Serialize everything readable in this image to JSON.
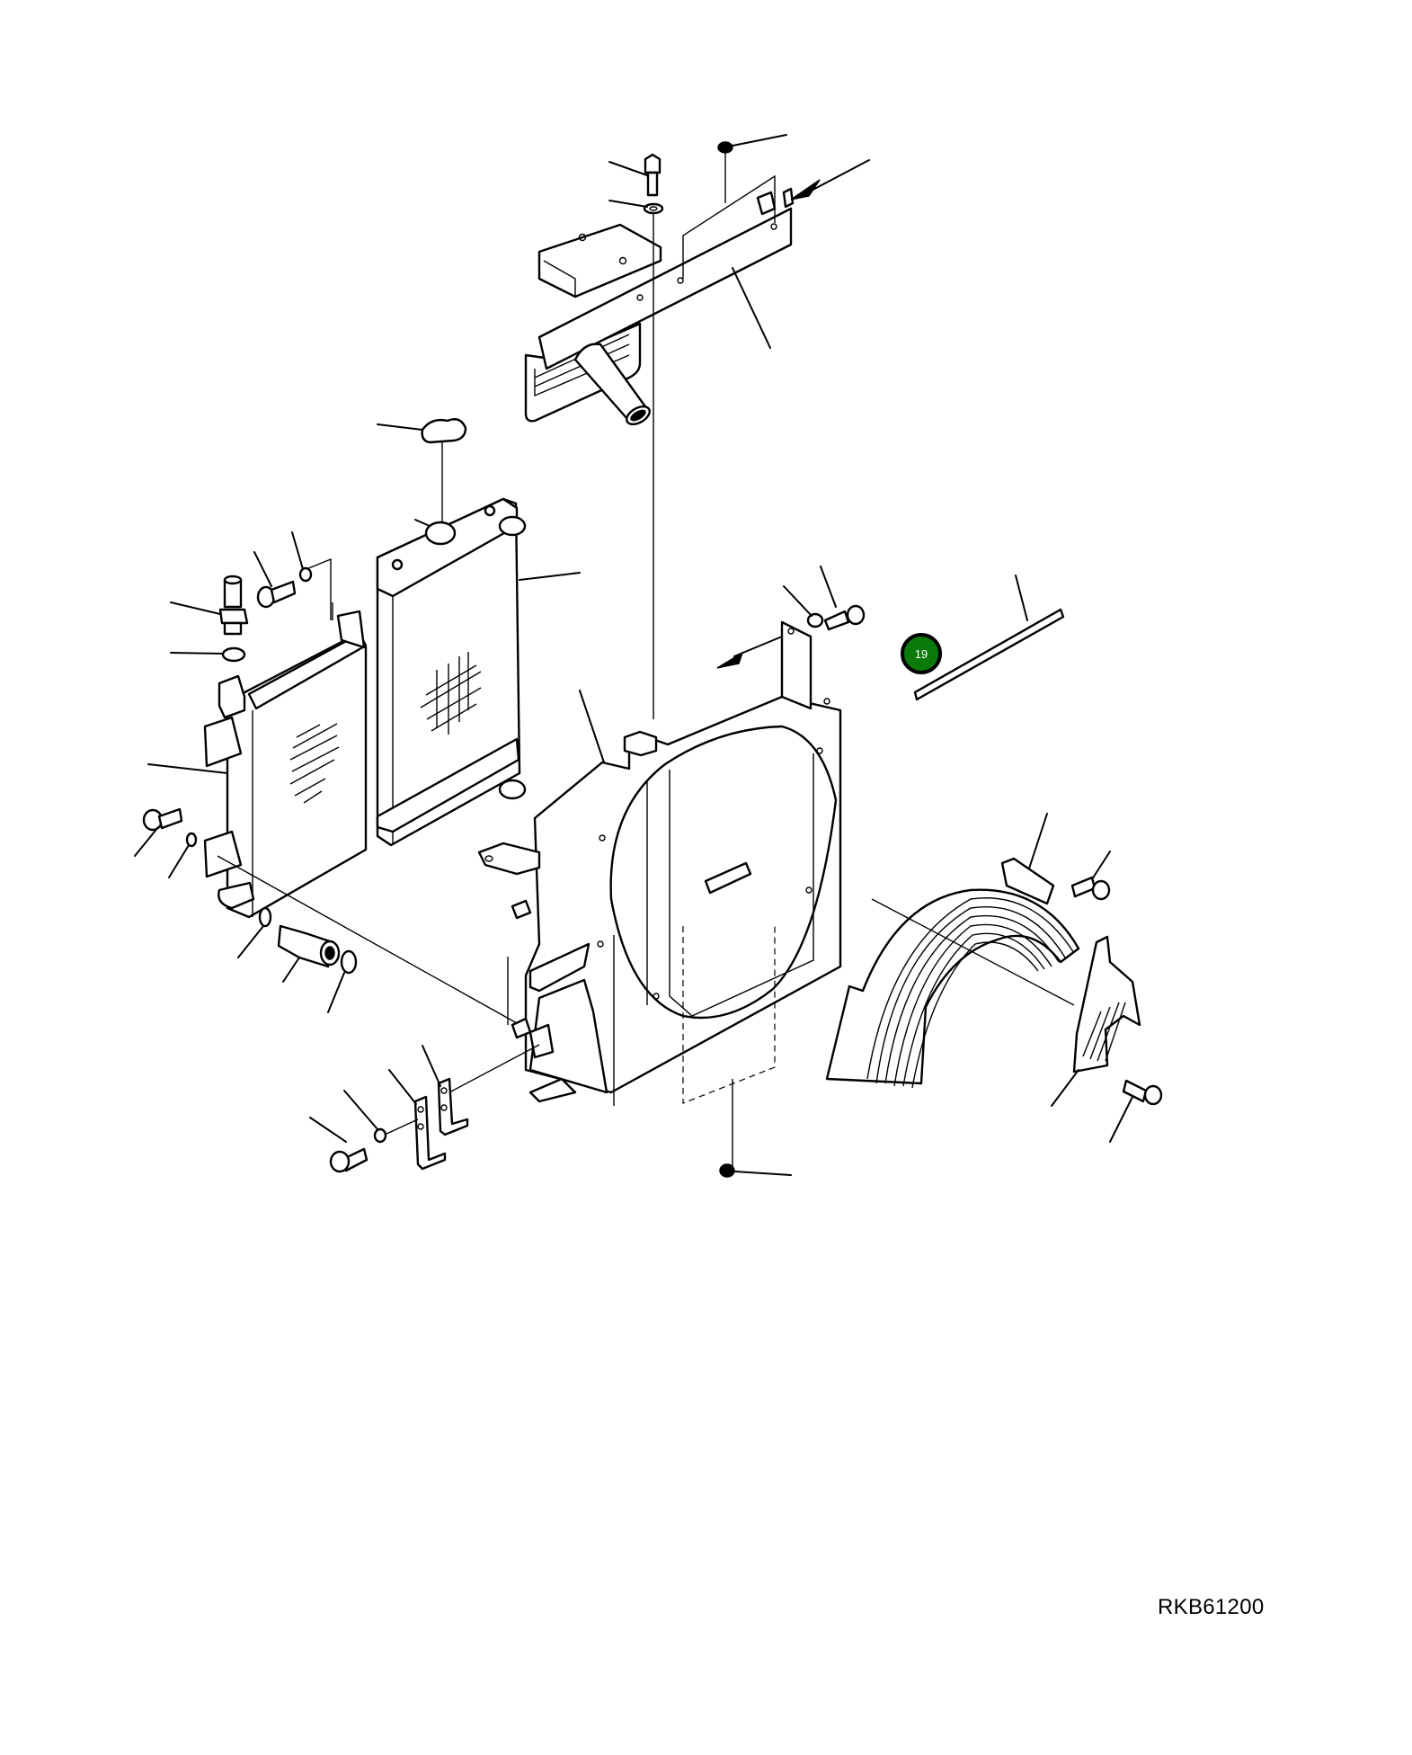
{
  "diagram": {
    "type": "exploded-parts-diagram",
    "subject": "radiator / oil cooler / fan shroud assembly",
    "drawing_code": "RKB61200",
    "highlighted_callout": {
      "label": "19",
      "color": "#0a7a0a",
      "part": "seal strip"
    },
    "parts_depicted": [
      "upper mounting bracket with pipe",
      "radiator",
      "radiator cap",
      "oil cooler",
      "connector fitting",
      "o-ring",
      "fan shroud",
      "fan guard",
      "side guard",
      "seal strip",
      "lower mounting brackets",
      "bolts",
      "washers",
      "nuts"
    ],
    "colors": {
      "line": "#000000",
      "background": "#ffffff",
      "callout_fill": "#0a7a0a"
    }
  }
}
